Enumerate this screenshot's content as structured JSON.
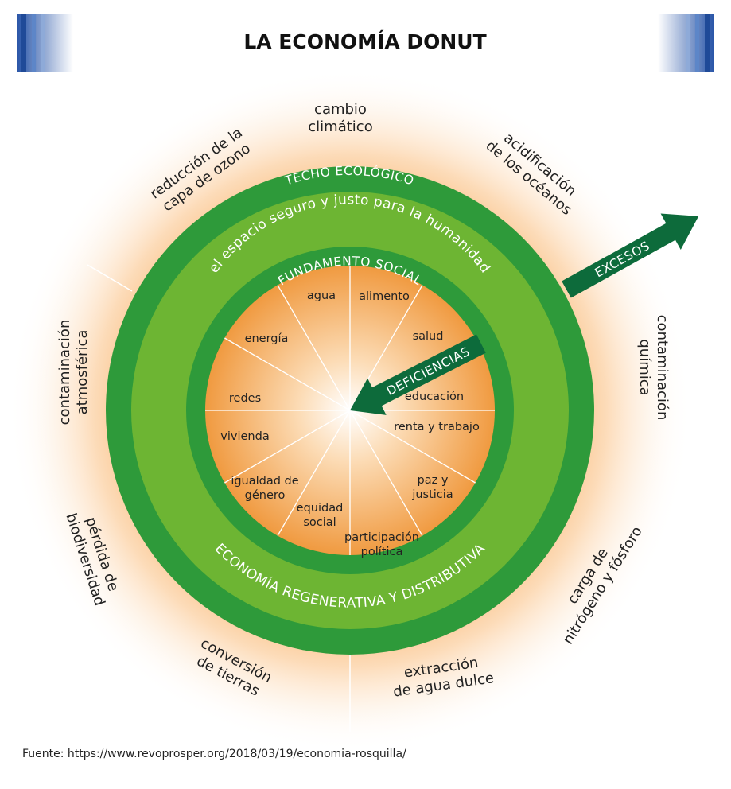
{
  "title": "LA ECONOMÍA DONUT",
  "colors": {
    "ring_dark": "#2e9a3a",
    "ring_light": "#6db533",
    "core_orange": "#f09a40",
    "arrow_dark": "#0d6b3b",
    "bar_blue": "#2a56a8"
  },
  "outer_labels": [
    {
      "lines": [
        "cambio",
        "climático"
      ]
    },
    {
      "lines": [
        "acidificación",
        "de los océanos"
      ]
    },
    {
      "lines": [
        "contaminación",
        "química"
      ]
    },
    {
      "lines": [
        "carga de",
        "nitrógeno y fósforo"
      ]
    },
    {
      "lines": [
        "extracción",
        "de agua dulce"
      ]
    },
    {
      "lines": [
        "conversión",
        "de tierras"
      ]
    },
    {
      "lines": [
        "pérdida de",
        "biodiversidad"
      ]
    },
    {
      "lines": [
        "contaminación",
        "atmosférica"
      ]
    },
    {
      "lines": [
        "reducción de la",
        "capa de ozono"
      ]
    }
  ],
  "rings": {
    "ceiling": "TECHO ECOLÓGICO",
    "safe_space": "el espacio seguro y justo para la humanidad",
    "foundation": "FUNDAMENTO SOCIAL",
    "economy": "ECONOMÍA REGENERATIVA Y DISTRIBUTIVA"
  },
  "arrows": {
    "overshoot": "EXCESOS",
    "shortfall": "DEFICIENCIAS"
  },
  "inner_labels": [
    {
      "lines": [
        "agua"
      ]
    },
    {
      "lines": [
        "alimento"
      ]
    },
    {
      "lines": [
        "salud"
      ]
    },
    {
      "lines": [
        "educación"
      ]
    },
    {
      "lines": [
        "renta y trabajo"
      ]
    },
    {
      "lines": [
        "paz y",
        "justicia"
      ]
    },
    {
      "lines": [
        "participación",
        "política"
      ]
    },
    {
      "lines": [
        "equidad",
        "social"
      ]
    },
    {
      "lines": [
        "igualdad de",
        "género"
      ]
    },
    {
      "lines": [
        "vivienda"
      ]
    },
    {
      "lines": [
        "redes"
      ]
    },
    {
      "lines": [
        "energía"
      ]
    }
  ],
  "source": "Fuente:  https://www.revoprosper.org/2018/03/19/economia-rosquilla/"
}
